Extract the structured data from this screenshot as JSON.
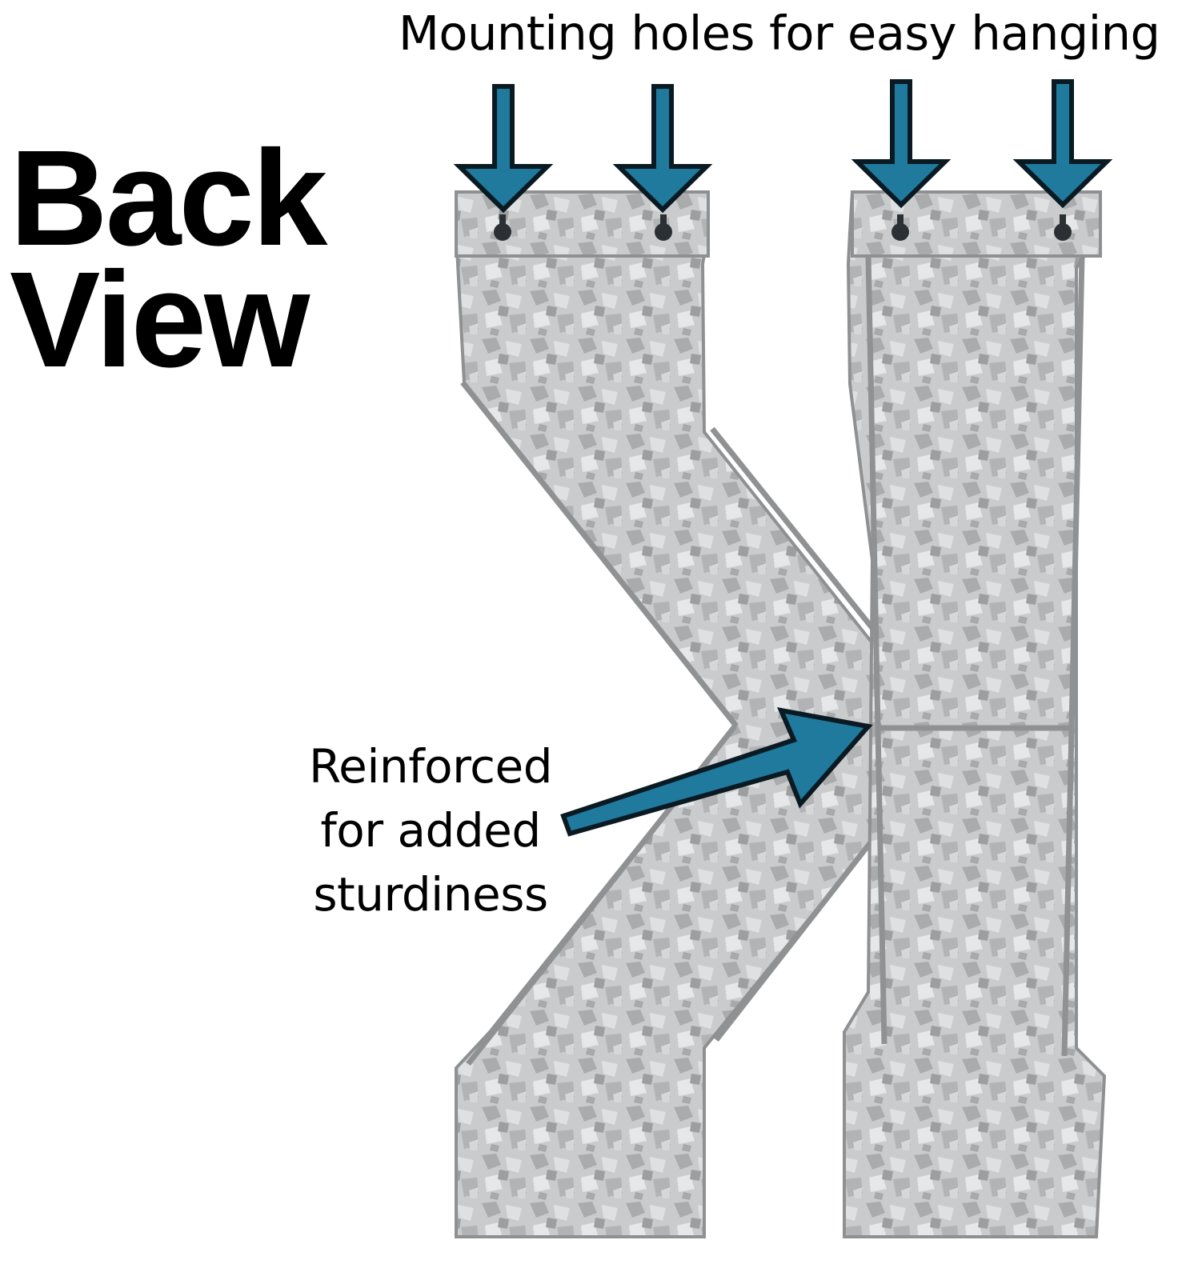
{
  "headline": {
    "line1": "Back",
    "line2": "View"
  },
  "callouts": {
    "mounting": "Mounting holes for easy hanging",
    "reinforced_lines": [
      "Reinforced",
      "for added",
      "sturdiness"
    ]
  },
  "colors": {
    "arrow_fill": "#1f7a9e",
    "arrow_stroke": "#0a1a22",
    "metal": "#c8cacc",
    "metal_edge": "#9a9c9e",
    "text": "#000000"
  },
  "icons": {
    "arrow": "down-arrow-icon",
    "hole": "keyhole-icon"
  }
}
